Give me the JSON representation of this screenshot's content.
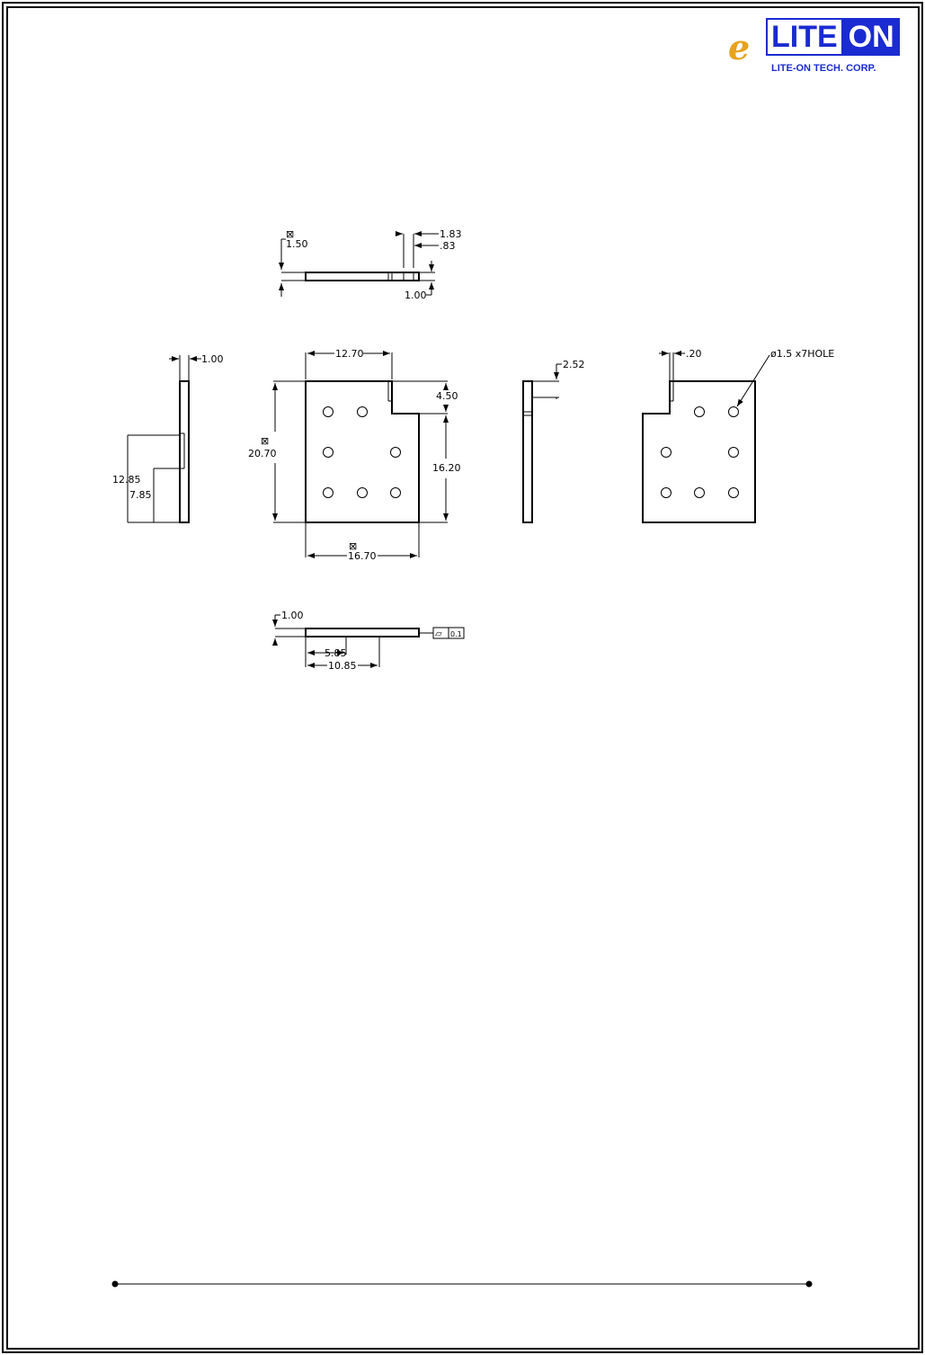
{
  "logo": {
    "brand_left": "LITE",
    "brand_right": "ON",
    "subtitle": "LITE-ON TECH. CORP."
  },
  "dims": {
    "top_thickness": "1.50",
    "top_tab_outer": "1.83",
    "top_tab_inner": ".83",
    "top_step": "1.00",
    "left_thickness": "1.00",
    "left_height_total": "12.85",
    "left_height_step": "7.85",
    "front_top_width": "12.70",
    "front_notch": "4.50",
    "front_height": "20.70",
    "front_right_height": "16.20",
    "front_width": "16.70",
    "right_height": "2.52",
    "back_slot": ".20",
    "back_holes": "ø1.5  x7HOLE",
    "bottom_thickness": "1.00",
    "bottom_dim_a": "5.85",
    "bottom_dim_b": "10.85",
    "flatness_tolerance": "0.1"
  },
  "symbols": {
    "square": "⊠",
    "flatness": "▱"
  }
}
